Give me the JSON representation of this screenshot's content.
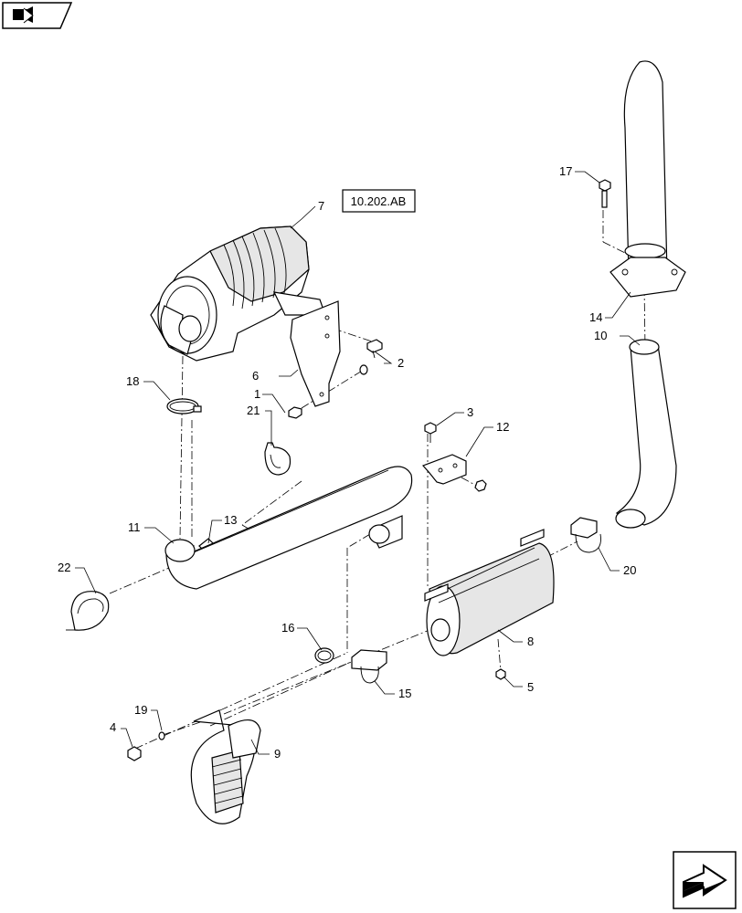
{
  "diagram": {
    "reference_box": "10.202.AB",
    "callouts": {
      "c1": "1",
      "c2": "2",
      "c3": "3",
      "c4": "4",
      "c5": "5",
      "c6": "6",
      "c7": "7",
      "c8": "8",
      "c9": "9",
      "c10": "10",
      "c11": "11",
      "c12": "12",
      "c13": "13",
      "c14": "14",
      "c15": "15",
      "c16": "16",
      "c17": "17",
      "c18": "18",
      "c19": "19",
      "c20": "20",
      "c21": "21",
      "c22": "22"
    }
  },
  "icons": {
    "top_left": "back-arrow-icon",
    "bottom_right": "next-page-arrow-icon"
  }
}
